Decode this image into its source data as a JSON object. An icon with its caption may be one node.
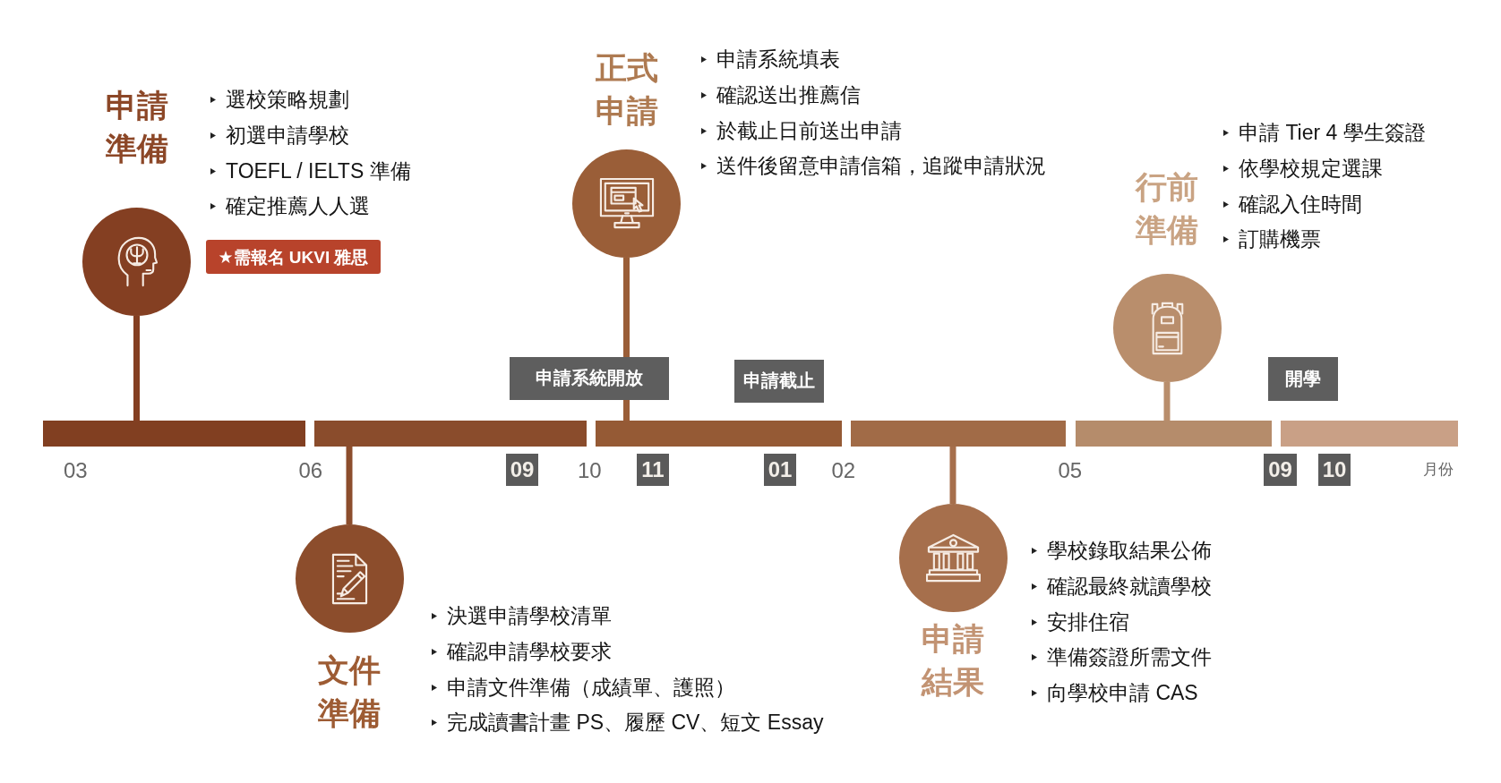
{
  "diagram": {
    "nodes": [
      {
        "text": [
          "申請準備"
        ],
        "beside": [
          "選校策略規劃",
          "初選申請學校",
          "TOEFL / IELTS 準備",
          "確定推薦人人選"
        ]
      },
      {
        "text": [
          "★需報名 UKVI 雅思"
        ]
      },
      {
        "text": [
          "文件準備"
        ],
        "beside": [
          "決選申請學校清單",
          "確認申請學校要求",
          "申請文件準備（成績單、護照）",
          "完成讀書計畫 PS、履歷 CV、短文 Essay"
        ]
      },
      {
        "text": [
          "正式申請"
        ],
        "beside": [
          "申請系統填表",
          "確認送出推薦信",
          "於截止日前送出申請",
          "送件後留意申請信箱，追蹤申請狀況"
        ]
      },
      {
        "text": [
          "申請系統開放"
        ]
      },
      {
        "text": [
          "申請截止"
        ]
      },
      {
        "text": [
          "申請結果"
        ],
        "beside": [
          "學校錄取結果公佈",
          "確認最終就讀學校",
          "安排住宿",
          "準備簽證所需文件",
          "向學校申請 CAS"
        ]
      },
      {
        "text": [
          "行前準備"
        ],
        "beside": [
          "申請 Tier 4 學生簽證",
          "依學校規定選課",
          "確認入住時間",
          "訂購機票"
        ]
      },
      {
        "text": [
          "開學"
        ]
      },
      {
        "text": [],
        "shape": "bar"
      },
      {
        "text": [],
        "shape": "bar"
      },
      {
        "text": [],
        "shape": "bar"
      },
      {
        "text": [],
        "shape": "bar"
      },
      {
        "text": [],
        "shape": "bar"
      },
      {
        "text": [],
        "shape": "bar"
      },
      {
        "text": [
          "09"
        ]
      },
      {
        "text": [
          "11"
        ]
      },
      {
        "text": [
          "01"
        ]
      },
      {
        "text": [
          "09"
        ]
      },
      {
        "text": [
          "10"
        ]
      }
    ],
    "edges": [
      {
        "from": 0,
        "to": 9,
        "arrow": "none",
        "color": "#843f22"
      },
      {
        "from": 2,
        "to": 10,
        "arrow": "none",
        "color": "#8c4d2c"
      },
      {
        "from": 3,
        "to": 4,
        "arrow": "none",
        "color": "#9a5e38"
      },
      {
        "from": 4,
        "to": 11,
        "arrow": "none",
        "color": "#9a5e38"
      },
      {
        "from": 6,
        "to": 12,
        "arrow": "none",
        "color": "#a66f4c"
      },
      {
        "from": 7,
        "to": 13,
        "arrow": "none",
        "color": "#b98e6c"
      }
    ],
    "labels": [
      "03",
      "06",
      "10",
      "02",
      "05",
      "月份"
    ]
  }
}
